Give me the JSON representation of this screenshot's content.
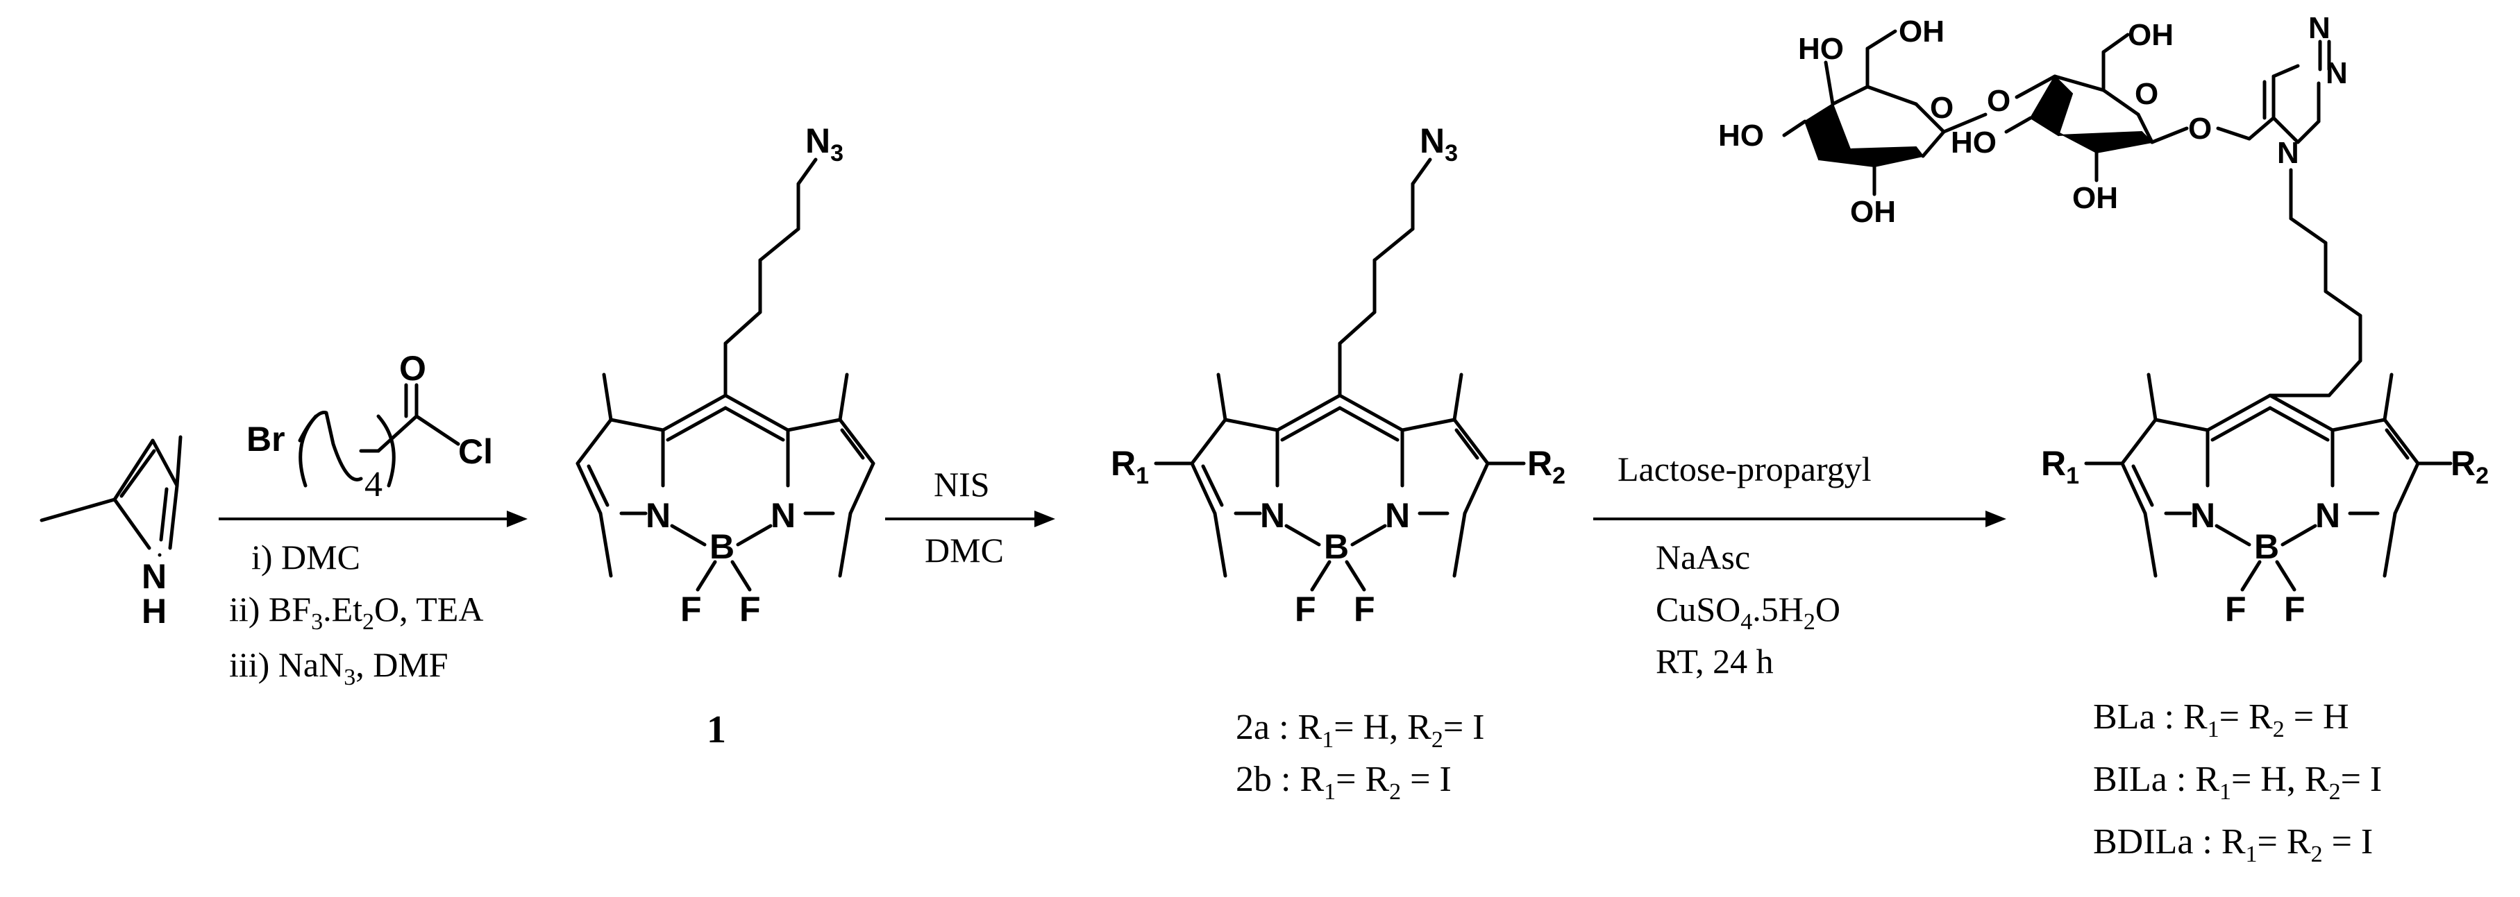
{
  "reagents": {
    "step1_acyl_chloride": {
      "br": "Br",
      "o": "O",
      "cl": "Cl",
      "n": "4"
    },
    "step1_conditions": [
      "i) DMC",
      "ii) BF",
      "iii) NaN",
      "DMF",
      "Et",
      "O, TEA"
    ],
    "step1_subs": [
      "3",
      "2",
      "3"
    ],
    "step2_conditions": [
      "NIS",
      "DMC"
    ],
    "step3_conditions": [
      "Lactose-propargyl",
      "NaAsc",
      "CuSO",
      ".5H",
      "O",
      "RT, 24 h"
    ],
    "step3_subs": [
      "4",
      "2"
    ]
  },
  "atoms": {
    "nh": "N",
    "h": "H",
    "n": "N",
    "b": "B",
    "f": "F",
    "n3": "N",
    "n3_sub": "3",
    "r1": "R",
    "r1_sub": "1",
    "r2": "R",
    "r2_sub": "2",
    "oh": "OH",
    "ho": "HO",
    "o": "O"
  },
  "compounds": {
    "c1": "1",
    "c2a_name": "2a",
    "c2b_name": "2b",
    "bla": "BLa",
    "bila": "BILa",
    "bdila": "BDILa"
  },
  "labels": {
    "sep": " : ",
    "r1_eq": "R",
    "r2_eq": "R",
    "eq_h_i": "= H, ",
    "eq_i": "= I",
    "eq": "= ",
    "eq_h": " = H",
    "eq_ii": " = I",
    "s1": "1",
    "s2": "2"
  }
}
